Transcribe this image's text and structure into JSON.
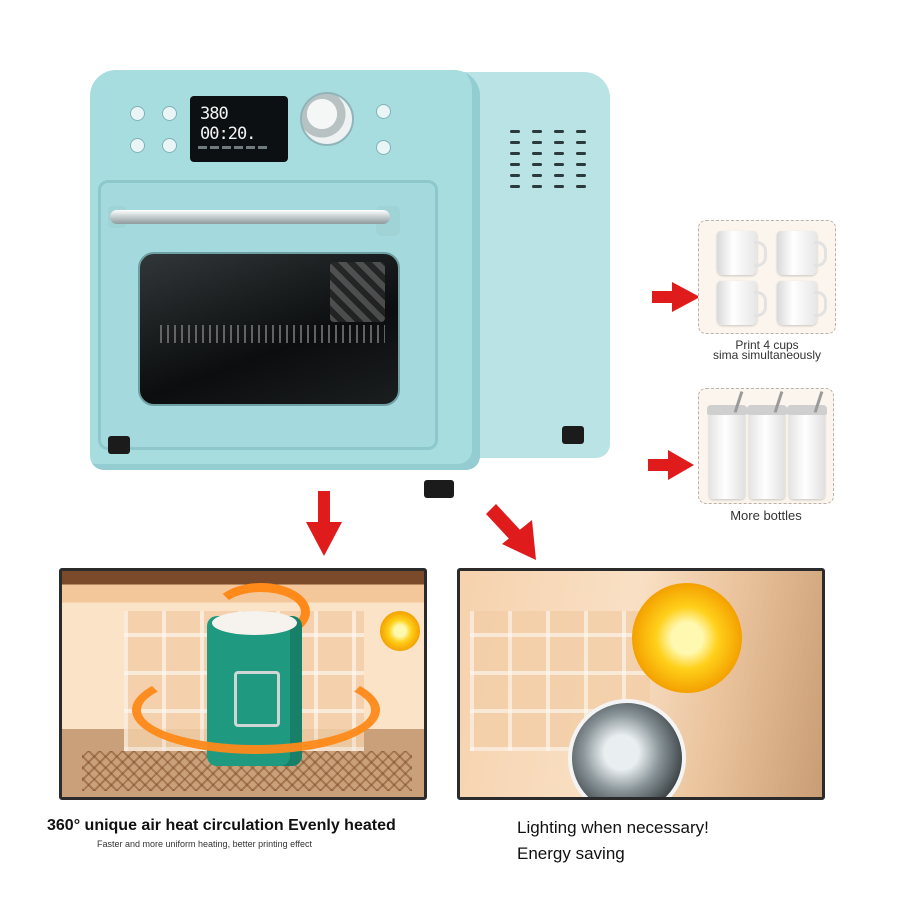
{
  "oven": {
    "display_text": "380 00:20."
  },
  "cards": [
    {
      "caption_line1": "Print 4 cups",
      "caption_line2": "sima simultaneously"
    },
    {
      "caption_line1": "More bottles"
    }
  ],
  "panels": {
    "left": {
      "title": "360° unique air heat circulation Evenly heated",
      "subtitle": "Faster and more uniform heating, better printing effect"
    },
    "right": {
      "title_line1": "Lighting when necessary!",
      "title_line2": "Energy saving"
    }
  },
  "colors": {
    "oven_body": "#a8dde0",
    "arrow": "#e01b1b",
    "press_green": "#1f9a80",
    "heat_orange": "#ff8a1a"
  }
}
